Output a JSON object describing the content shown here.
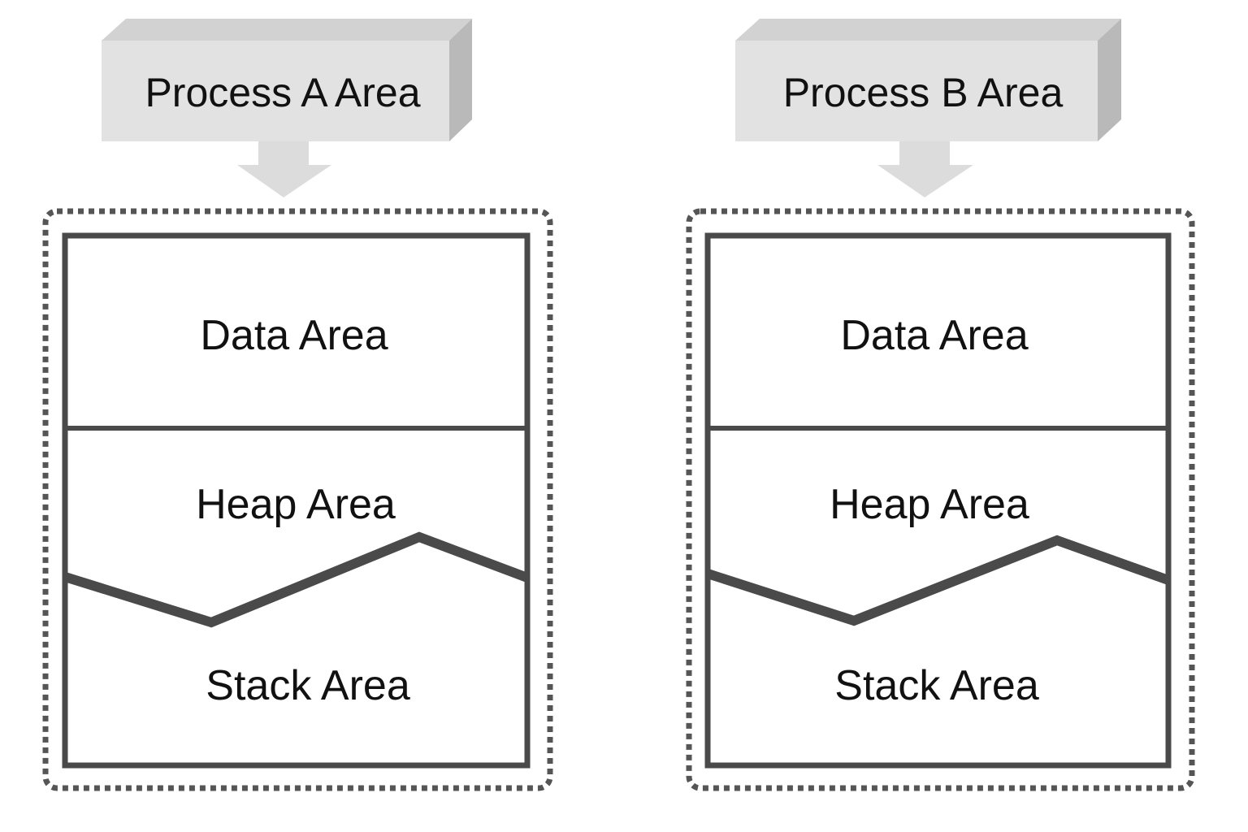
{
  "processes": [
    {
      "header": "Process A Area",
      "segments": [
        "Data Area",
        "Heap Area",
        "Stack Area"
      ]
    },
    {
      "header": "Process B Area",
      "segments": [
        "Data Area",
        "Heap Area",
        "Stack Area"
      ]
    }
  ],
  "colors": {
    "header_front": "#e2e2e2",
    "header_top": "#d2d2d2",
    "header_side": "#b9b9b9",
    "arrow": "#dcdcdc",
    "border": "#4a4a4a",
    "dotted_border": "#555555",
    "text": "#111111",
    "background": "#ffffff"
  }
}
